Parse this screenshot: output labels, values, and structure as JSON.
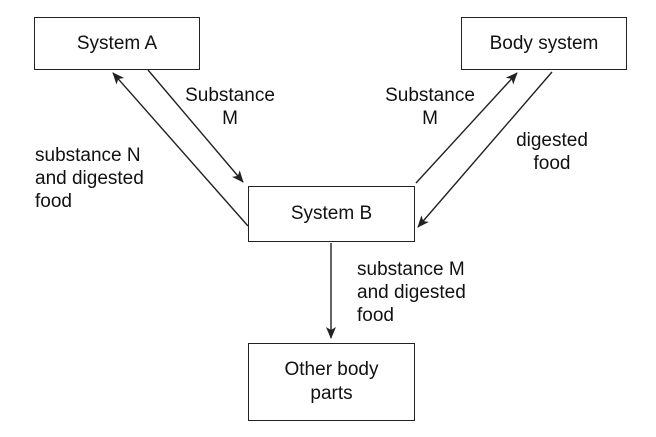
{
  "nodes": {
    "system_a": "System A",
    "body_system": "Body system",
    "system_b": "System B",
    "other_body_parts": "Other body\nparts"
  },
  "edge_labels": {
    "a_to_b": "Substance\nM",
    "b_to_a": "substance N\nand digested\nfood",
    "b_to_body": "Substance\nM",
    "body_to_b": "digested\nfood",
    "b_to_other": "substance M\nand digested\nfood"
  },
  "colors": {
    "line": "#222222",
    "text": "#111111",
    "background": "#ffffff"
  }
}
